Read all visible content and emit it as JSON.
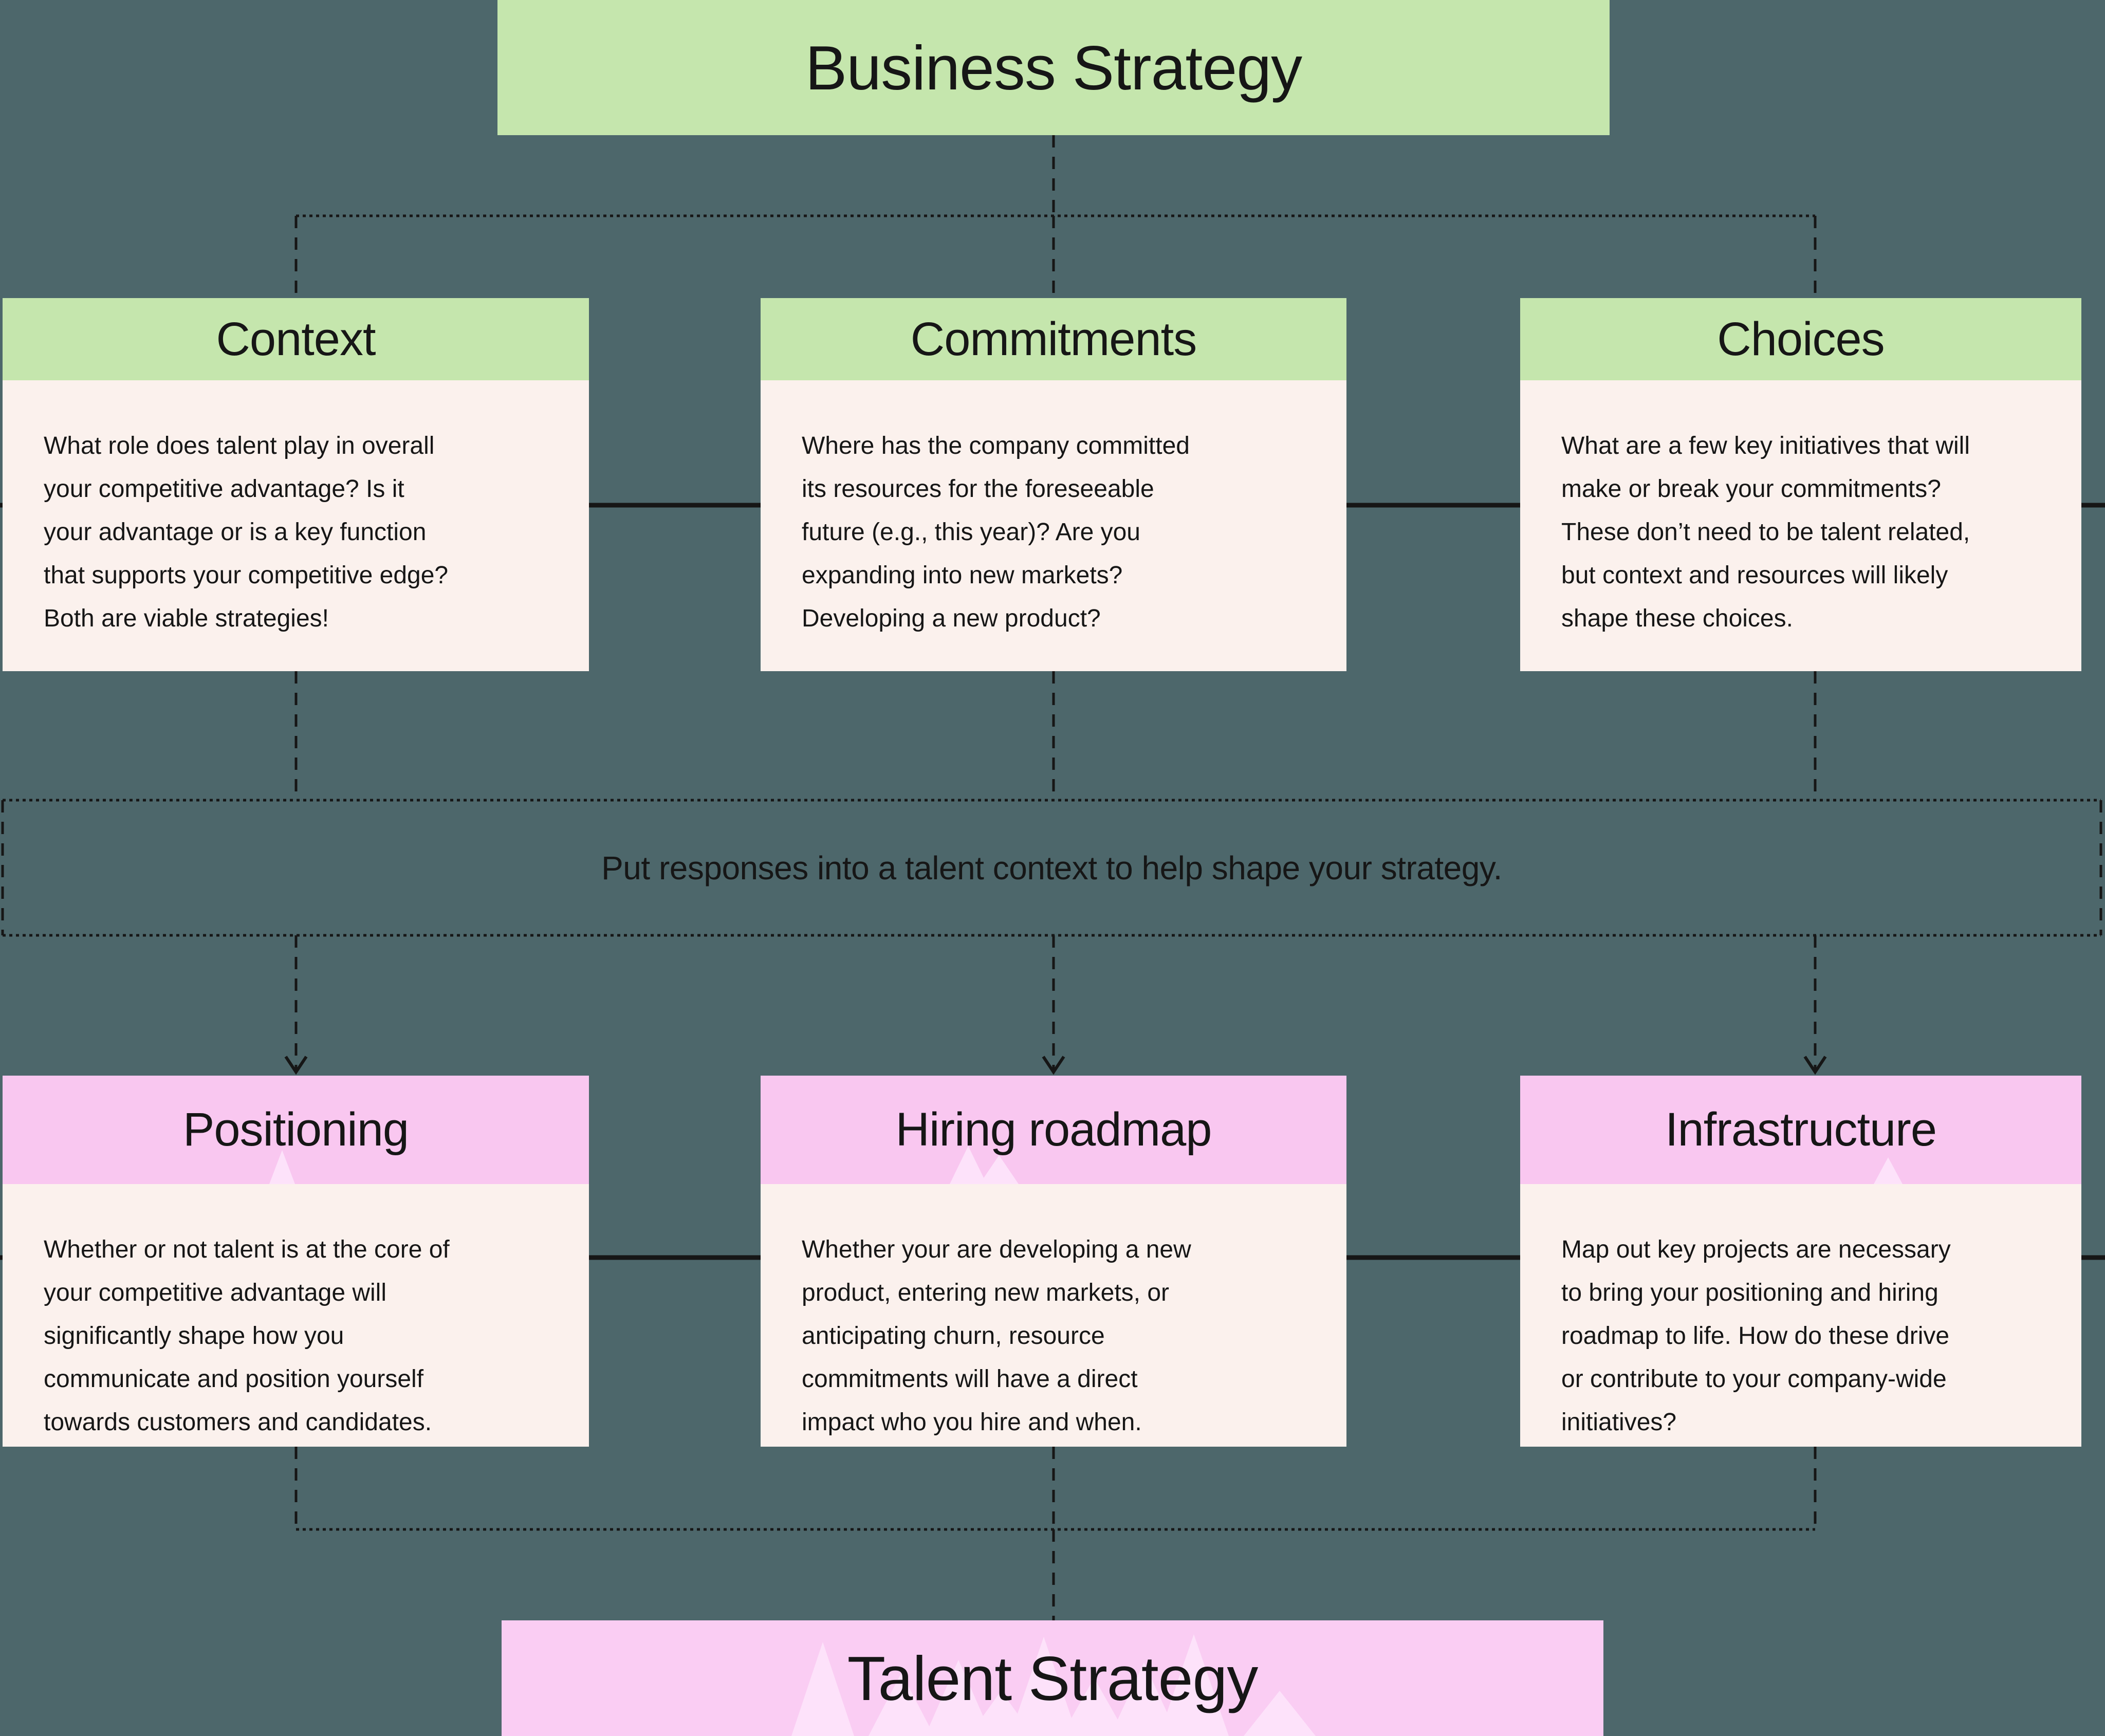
{
  "theme": {
    "bg": "#4d676b",
    "green": "#c5e6ad",
    "pink": "#f9c7f0",
    "pink_big": "#facdf3",
    "pink_light": "#fde2fa",
    "cream": "#fbf1ed",
    "ink": "#161616"
  },
  "top": {
    "title": "Business Strategy"
  },
  "columns_top": [
    {
      "title": "Context",
      "body": "What role does talent play in overall\nyour competitive advantage? Is it\nyour advantage or is a key function\nthat supports your competitive edge?\nBoth are viable strategies!"
    },
    {
      "title": "Commitments",
      "body": "Where has the company committed\nits resources for the foreseeable\nfuture (e.g., this year)? Are you\nexpanding into new markets?\nDeveloping a new product?"
    },
    {
      "title": "Choices",
      "body": "What are a few key initiatives that will\nmake or break your commitments?\nThese don’t need to be talent related,\nbut context and resources will likely\nshape these choices."
    }
  ],
  "middle_band": {
    "text": "Put responses into a talent context to help shape your strategy."
  },
  "columns_bottom": [
    {
      "title": "Positioning",
      "body": "Whether or not talent is at the core of\nyour competitive advantage will\nsignificantly shape how you\ncommunicate and position yourself\ntowards customers and candidates."
    },
    {
      "title": "Hiring roadmap",
      "body": "Whether your are developing a new\nproduct, entering new markets, or\nanticipating churn, resource\ncommitments will have a direct\nimpact who you hire and when."
    },
    {
      "title": "Infrastructure",
      "body": "Map out key projects are necessary\nto bring your positioning and hiring\nroadmap to life. How do these drive\nor contribute to your company-wide\ninitiatives?"
    }
  ],
  "bottom": {
    "title": "Talent Strategy"
  }
}
